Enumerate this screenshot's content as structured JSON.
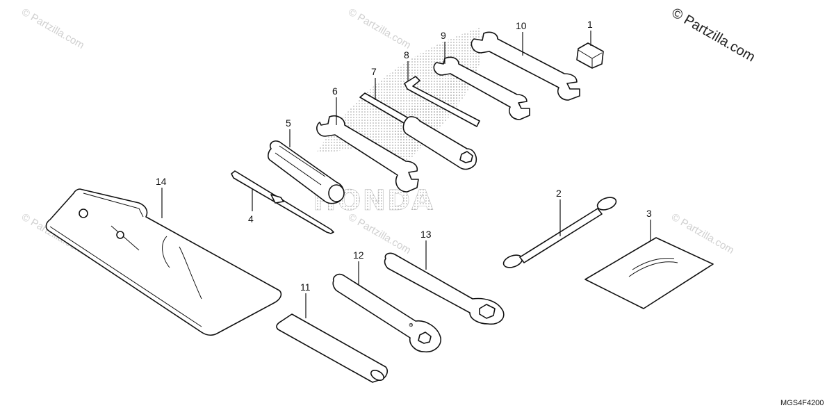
{
  "watermark": {
    "main": "© Partzilla.com",
    "repeat": "© Partzilla.com"
  },
  "logo": {
    "text": "HONDA"
  },
  "diagram_code": "MGS4F4200",
  "callouts": [
    {
      "id": "1",
      "label": "1"
    },
    {
      "id": "2",
      "label": "2"
    },
    {
      "id": "3",
      "label": "3"
    },
    {
      "id": "4",
      "label": "4"
    },
    {
      "id": "5",
      "label": "5"
    },
    {
      "id": "6",
      "label": "6"
    },
    {
      "id": "7",
      "label": "7"
    },
    {
      "id": "8",
      "label": "8"
    },
    {
      "id": "9",
      "label": "9"
    },
    {
      "id": "10",
      "label": "10"
    },
    {
      "id": "11",
      "label": "11"
    },
    {
      "id": "12",
      "label": "12"
    },
    {
      "id": "13",
      "label": "13"
    },
    {
      "id": "14",
      "label": "14"
    }
  ]
}
